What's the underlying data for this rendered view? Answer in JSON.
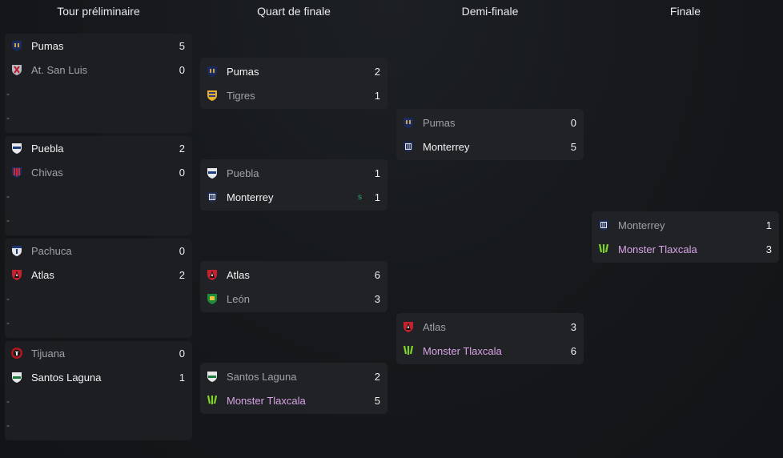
{
  "columns": [
    "Tour préliminaire",
    "Quart de finale",
    "Demi-finale",
    "Finale"
  ],
  "round1": [
    {
      "home": {
        "name": "Pumas",
        "score": "5",
        "logo": "pumas-logo"
      },
      "away": {
        "name": "At. San Luis",
        "score": "0",
        "logo": "san-luis-logo"
      }
    },
    {
      "home": {
        "name": "Puebla",
        "score": "2",
        "logo": "puebla-logo"
      },
      "away": {
        "name": "Chivas",
        "score": "0",
        "logo": "chivas-logo"
      }
    },
    {
      "home": {
        "name": "Pachuca",
        "score": "0",
        "logo": "pachuca-logo"
      },
      "away": {
        "name": "Atlas",
        "score": "2",
        "logo": "atlas-logo"
      }
    },
    {
      "home": {
        "name": "Tijuana",
        "score": "0",
        "logo": "tijuana-logo"
      },
      "away": {
        "name": "Santos Laguna",
        "score": "1",
        "logo": "santos-logo"
      }
    }
  ],
  "placeholder": "-",
  "quarter": [
    {
      "home": {
        "name": "Pumas",
        "score": "2"
      },
      "away": {
        "name": "Tigres",
        "score": "1"
      }
    },
    {
      "home": {
        "name": "Puebla",
        "score": "1"
      },
      "away": {
        "name": "Monterrey",
        "score": "1",
        "flag": "s"
      }
    },
    {
      "home": {
        "name": "Atlas",
        "score": "6"
      },
      "away": {
        "name": "León",
        "score": "3"
      }
    },
    {
      "home": {
        "name": "Santos Laguna",
        "score": "2"
      },
      "away": {
        "name": "Monster Tlaxcala",
        "score": "5"
      }
    }
  ],
  "semi": [
    {
      "home": {
        "name": "Pumas",
        "score": "0"
      },
      "away": {
        "name": "Monterrey",
        "score": "5"
      }
    },
    {
      "home": {
        "name": "Atlas",
        "score": "3"
      },
      "away": {
        "name": "Monster Tlaxcala",
        "score": "6"
      }
    }
  ],
  "final": [
    {
      "home": {
        "name": "Monterrey",
        "score": "1"
      },
      "away": {
        "name": "Monster Tlaxcala",
        "score": "3"
      }
    }
  ],
  "colors": {
    "background": "#15171a",
    "card": "#202226",
    "winner_text": "#f1f2f4",
    "loser_text": "#9ea3aa",
    "highlight_team": "#d7a4e6",
    "flag_green": "#27b36a"
  }
}
